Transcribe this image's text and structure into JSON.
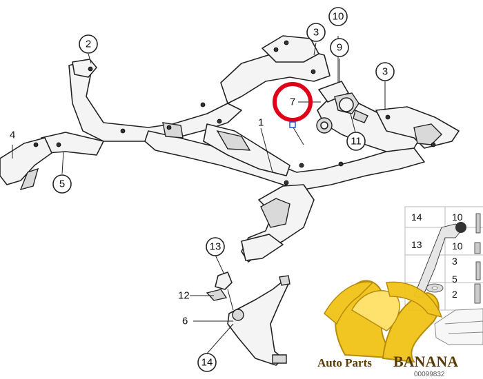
{
  "callouts": {
    "c1": "1",
    "c2": "2",
    "c3a": "3",
    "c3b": "3",
    "c4": "4",
    "c5": "5",
    "c6": "6",
    "c7": "7",
    "c9": "9",
    "c10": "10",
    "c11": "11",
    "c12": "12",
    "c13": "13",
    "c14": "14"
  },
  "legend_panel": {
    "left_numbers": [
      "14",
      "13",
      "",
      ""
    ],
    "right_numbers": [
      "10",
      "10",
      "3",
      "5",
      "2"
    ]
  },
  "highlight": {
    "color": "#e00018"
  },
  "watermark": {
    "brand_text_a": "Auto Parts",
    "brand_text_b": "BANANA",
    "reference_number": "00099832"
  },
  "colors": {
    "banana": "#f2c417",
    "banana_dark": "#b38600",
    "highlight_square": "#2255cc"
  }
}
